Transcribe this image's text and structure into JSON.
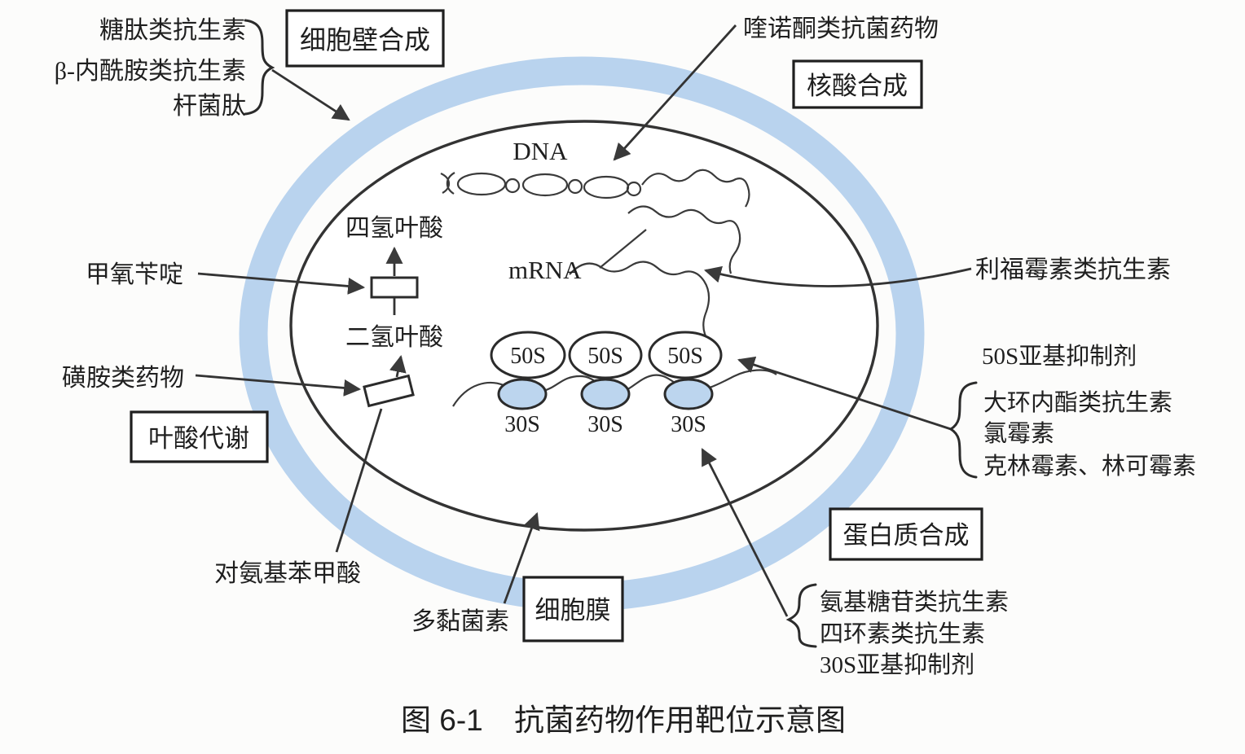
{
  "palette": {
    "ring_blue": "#b9d3ee",
    "subunit_blue": "#bcd5ee",
    "ink": "#2f2f2f",
    "caption_blue": "#3e7ee0",
    "paper": "#fcfcfb"
  },
  "cell_wall": {
    "drugs": [
      "糖肽类抗生素",
      "β-内酰胺类抗生素",
      "杆菌肽"
    ],
    "process_box": "细胞壁合成"
  },
  "nucleic_acid": {
    "drug": "喹诺酮类抗菌药物",
    "process_box": "核酸合成"
  },
  "genetics": {
    "dna": "DNA",
    "mrna": "mRNA",
    "rifamycin": "利福霉素类抗生素"
  },
  "folate": {
    "inhibitor_top": "甲氧苄啶",
    "tetrahydrofolate": "四氢叶酸",
    "dihydrofolate": "二氢叶酸",
    "inhibitor_bottom": "磺胺类药物",
    "process_box": "叶酸代谢",
    "paba": "对氨基苯甲酸"
  },
  "ribosome": {
    "large_subunit": "50S",
    "small_subunit": "30S"
  },
  "protein": {
    "inhibitor_50s_title": "50S亚基抑制剂",
    "drugs_50s": [
      "大环内酯类抗生素",
      "氯霉素",
      "克林霉素、林可霉素"
    ],
    "process_box": "蛋白质合成",
    "drugs_30s": [
      "氨基糖苷类抗生素",
      "四环素类抗生素",
      "30S亚基抑制剂"
    ]
  },
  "membrane": {
    "drug": "多黏菌素",
    "label_box": "细胞膜"
  },
  "caption": {
    "figure_number": "图 6-1",
    "title": "抗菌药物作用靶位示意图"
  }
}
